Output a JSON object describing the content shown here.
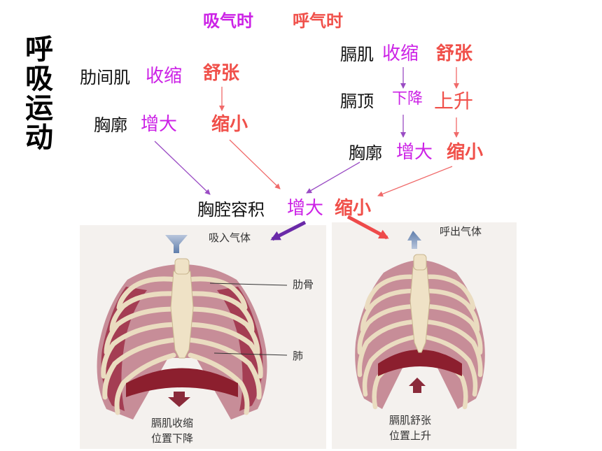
{
  "title": "呼吸运动",
  "columns": {
    "inhale": "吸气时",
    "exhale": "呼气时"
  },
  "left_chain": {
    "intercostal": {
      "label": "肋间肌",
      "inhale": "收缩",
      "exhale": "舒张"
    },
    "thorax": {
      "label": "胸廓",
      "inhale": "增大",
      "exhale": "缩小"
    }
  },
  "right_chain": {
    "diaphragm": {
      "label": "膈肌",
      "inhale": "收缩",
      "exhale": "舒张"
    },
    "dome": {
      "label": "膈顶",
      "inhale": "下降",
      "exhale": "上升"
    },
    "thorax": {
      "label": "胸廓",
      "inhale": "增大",
      "exhale": "缩小"
    }
  },
  "result": {
    "label": "胸腔容积",
    "inhale": "增大",
    "exhale": "缩小"
  },
  "figures": {
    "left": {
      "top_label": "吸入气体",
      "rib_label": "肋骨",
      "lung_label": "肺",
      "caption_line1": "膈肌收缩",
      "caption_line2": "位置下降"
    },
    "right": {
      "top_label": "呼出气体",
      "caption_line1": "膈肌舒张",
      "caption_line2": "位置上升"
    }
  },
  "colors": {
    "inhale": "#cc22e6",
    "exhale": "#f0504a",
    "rib": "#eadcc0",
    "muscle": "#9e2f45",
    "inhale_arrow": "#6a2aa8",
    "exhale_arrow": "#ee4a4a"
  }
}
